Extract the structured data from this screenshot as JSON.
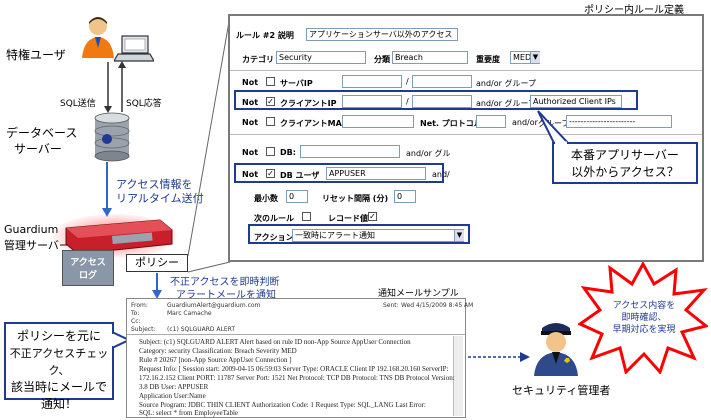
{
  "labels": {
    "privileged_user": "特権ユーザ",
    "sql_send": "SQL送信",
    "sql_reply": "SQL応答",
    "db_server_1": "データベース",
    "db_server_2": "サーバー",
    "realtime_1": "アクセス情報を",
    "realtime_2": "リアルタイム送付",
    "guardium_1": "Guardium",
    "guardium_2": "管理サーバー",
    "access_log_1": "アクセス",
    "access_log_2": "ログ",
    "policy_tab": "ポリシー",
    "policy_window_title": "ポリシー内ルール定義",
    "instant_judge_1": "不正アクセスを即時判断",
    "instant_judge_2": "アラートメールを通知",
    "mail_sample": "通知メールサンプル",
    "security_admin": "セキュリティ管理者",
    "burst_1": "アクセス内容を",
    "burst_2": "即時確認、",
    "burst_3": "早期対応を実現"
  },
  "callout_left": [
    "ポリシーを元に",
    "不正アクセスチェック、",
    "該当時にメールで",
    "通知！"
  ],
  "callout_right": [
    "本番アプリサーバー",
    "以外からアクセス？"
  ],
  "policy": {
    "rule_label": "ルール #2 説明",
    "rule_value": "アプリケーションサーバ以外のアクセス",
    "category_label": "カテゴリ",
    "category_value": "Security",
    "class_label": "分類",
    "class_value": "Breach",
    "severity_label": "重要度",
    "severity_value": "MED",
    "not": "Not",
    "server_ip_label": "サーバIP",
    "andor_group": "and/or グループ",
    "client_ip_label": "クライアントIP",
    "client_ip_group": "Authorized Client IPs",
    "client_mac_label": "クライアントMAC",
    "net_protocol_label": "Net. プロトコル",
    "andor_short": "and/or",
    "group_short": "グループ",
    "group_dashes": "-----------------------",
    "db_label": "DB:",
    "andor_gl": "and/or グル",
    "db_user_label": "DB ユーザ",
    "db_user_value": "APPUSER",
    "andor_trunc": "and/",
    "min_count_label": "最小数",
    "min_count_value": "0",
    "reset_label": "リセット間隔 (分)",
    "reset_value": "0",
    "next_rule_label": "次のルール",
    "record_value_label": "レコード値",
    "action_label": "アクション",
    "action_value": "一致時にアラート通知"
  },
  "mail": {
    "from_label": "From:",
    "from_value": "GuardiumAlert@guardium.com",
    "to_label": "To:",
    "to_value": "Marc Camache",
    "cc_label": "Cc:",
    "subject_label": "Subject:",
    "subject_value": "(c1) SQLGUARD ALERT",
    "sent_label": "Sent:",
    "sent_value": "Wed 4/15/2009 8:45 AM",
    "body": [
      "Subject: (c1) SQLGUARD ALERT Alert based on rule ID non-App Source AppUser Connection",
      "Category: security Classification: Breach Severity MED",
      "Rule # 20267 [non-App Source AppUser Connection ]",
      "Request Info: [ Session start: 2009-04-15 06:59:03 Server Type: ORACLE Client IP 192.168.20.160 ServerIP:",
      "172.16.2.152 Client PORT: 11787 Server Port: 1521 Net Protocol: TCP DB Protocol: TNS DB Protocol Version:",
      "3.8 DB User: APPUSER",
      "Application User:Name",
      "Source Program: JDBC THIN CLIENT Authorization Code: 1 Request Type: SQL_LANG Last Error:",
      "SQL: select * from EmployeeTable"
    ]
  },
  "colors": {
    "accent": "#1f3a93",
    "arrow": "#3366cc",
    "burst": "#ff0000",
    "server_red": "#c8202a"
  }
}
